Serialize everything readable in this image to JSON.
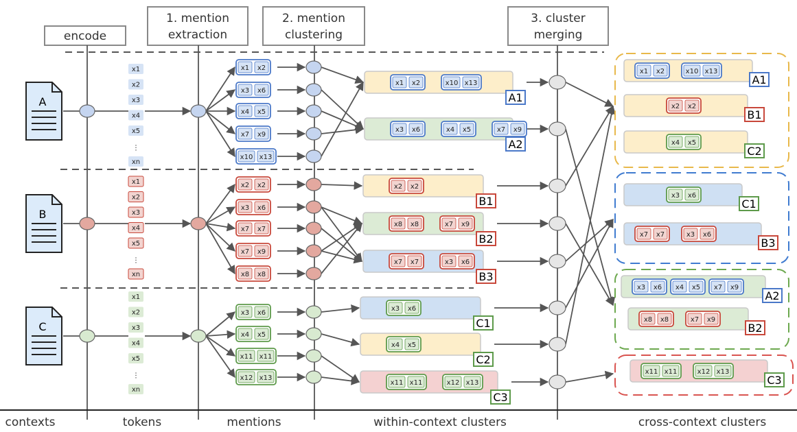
{
  "colors": {
    "blue": "#4a78c8",
    "blue_fill": "#d6e3f5",
    "blue_node": "#c5d5f0",
    "red": "#c8473a",
    "red_fill": "#f2d4d0",
    "red_node": "#e3a89f",
    "green": "#5d9a4a",
    "green_fill": "#dcebd5",
    "green_node": "#d8ead0",
    "yellow_bar": "#fdeeca",
    "blue_bar": "#cfe0f3",
    "green_bar": "#dcebd5",
    "pink_bar": "#f4d1d1",
    "orange_dash": "#e8b84a",
    "blue_dash": "#3f7bd0",
    "green_dash": "#6ca84e",
    "red_dash": "#d9534f"
  },
  "headers": {
    "encode": "encode",
    "step1_line1": "1. mention",
    "step1_line2": "extraction",
    "step2_line1": "2. mention",
    "step2_line2": "clustering",
    "step3_line1": "3. cluster",
    "step3_line2": "merging"
  },
  "footer": [
    "contexts",
    "tokens",
    "mentions",
    "within-context clusters",
    "cross-context clusters"
  ],
  "documents": [
    {
      "label": "A",
      "color": "blue",
      "tokens": [
        "x1",
        "x2",
        "x3",
        "x4",
        "x5",
        "⋮",
        "xn"
      ]
    },
    {
      "label": "B",
      "color": "red",
      "tokens": [
        "x1",
        "x2",
        "x3",
        "x4",
        "x5",
        "⋮",
        "xn"
      ]
    },
    {
      "label": "C",
      "color": "green",
      "tokens": [
        "x1",
        "x2",
        "x3",
        "x4",
        "x5",
        "⋮",
        "xn"
      ]
    }
  ],
  "mentions": [
    {
      "color": "blue",
      "pairs": [
        [
          "x1",
          "x2"
        ],
        [
          "x3",
          "x6"
        ],
        [
          "x4",
          "x5"
        ],
        [
          "x7",
          "x9"
        ],
        [
          "x10",
          "x13"
        ]
      ]
    },
    {
      "color": "red",
      "pairs": [
        [
          "x2",
          "x2"
        ],
        [
          "x3",
          "x6"
        ],
        [
          "x7",
          "x7"
        ],
        [
          "x7",
          "x9"
        ],
        [
          "x8",
          "x8"
        ]
      ]
    },
    {
      "color": "green",
      "pairs": [
        [
          "x3",
          "x6"
        ],
        [
          "x4",
          "x5"
        ],
        [
          "x11",
          "x11"
        ],
        [
          "x12",
          "x13"
        ]
      ]
    }
  ],
  "within_clusters": [
    {
      "label": "A1",
      "bar": "yellow",
      "color": "blue",
      "mentions": [
        [
          "x1",
          "x2"
        ],
        [
          "x10",
          "x13"
        ]
      ]
    },
    {
      "label": "A2",
      "bar": "green",
      "color": "blue",
      "mentions": [
        [
          "x3",
          "x6"
        ],
        [
          "x4",
          "x5"
        ],
        [
          "x7",
          "x9"
        ]
      ]
    },
    {
      "label": "B1",
      "bar": "yellow",
      "color": "red",
      "mentions": [
        [
          "x2",
          "x2"
        ]
      ]
    },
    {
      "label": "B2",
      "bar": "green",
      "color": "red",
      "mentions": [
        [
          "x8",
          "x8"
        ],
        [
          "x7",
          "x9"
        ]
      ]
    },
    {
      "label": "B3",
      "bar": "blue",
      "color": "red",
      "mentions": [
        [
          "x7",
          "x7"
        ],
        [
          "x3",
          "x6"
        ]
      ]
    },
    {
      "label": "C1",
      "bar": "blue",
      "color": "green",
      "mentions": [
        [
          "x3",
          "x6"
        ]
      ]
    },
    {
      "label": "C2",
      "bar": "yellow",
      "color": "green",
      "mentions": [
        [
          "x4",
          "x5"
        ]
      ]
    },
    {
      "label": "C3",
      "bar": "pink",
      "color": "green",
      "mentions": [
        [
          "x11",
          "x11"
        ],
        [
          "x12",
          "x13"
        ]
      ]
    }
  ],
  "cross_groups": [
    {
      "dash": "orange",
      "items": [
        {
          "label": "A1",
          "color": "blue",
          "bar": "yellow",
          "mentions": [
            [
              "x1",
              "x2"
            ],
            [
              "x10",
              "x13"
            ]
          ]
        },
        {
          "label": "B1",
          "color": "red",
          "bar": "yellow",
          "mentions": [
            [
              "x2",
              "x2"
            ]
          ]
        },
        {
          "label": "C2",
          "color": "green",
          "bar": "yellow",
          "mentions": [
            [
              "x4",
              "x5"
            ]
          ]
        }
      ]
    },
    {
      "dash": "blue",
      "items": [
        {
          "label": "C1",
          "color": "green",
          "bar": "blue",
          "mentions": [
            [
              "x3",
              "x6"
            ]
          ]
        },
        {
          "label": "B3",
          "color": "red",
          "bar": "blue",
          "mentions": [
            [
              "x7",
              "x7"
            ],
            [
              "x3",
              "x6"
            ]
          ]
        }
      ]
    },
    {
      "dash": "green",
      "items": [
        {
          "label": "A2",
          "color": "blue",
          "bar": "green",
          "mentions": [
            [
              "x3",
              "x6"
            ],
            [
              "x4",
              "x5"
            ],
            [
              "x7",
              "x9"
            ]
          ]
        },
        {
          "label": "B2",
          "color": "red",
          "bar": "green",
          "mentions": [
            [
              "x8",
              "x8"
            ],
            [
              "x7",
              "x9"
            ]
          ]
        }
      ]
    },
    {
      "dash": "red",
      "items": [
        {
          "label": "C3",
          "color": "green",
          "bar": "pink",
          "mentions": [
            [
              "x11",
              "x11"
            ],
            [
              "x12",
              "x13"
            ]
          ]
        }
      ]
    }
  ]
}
